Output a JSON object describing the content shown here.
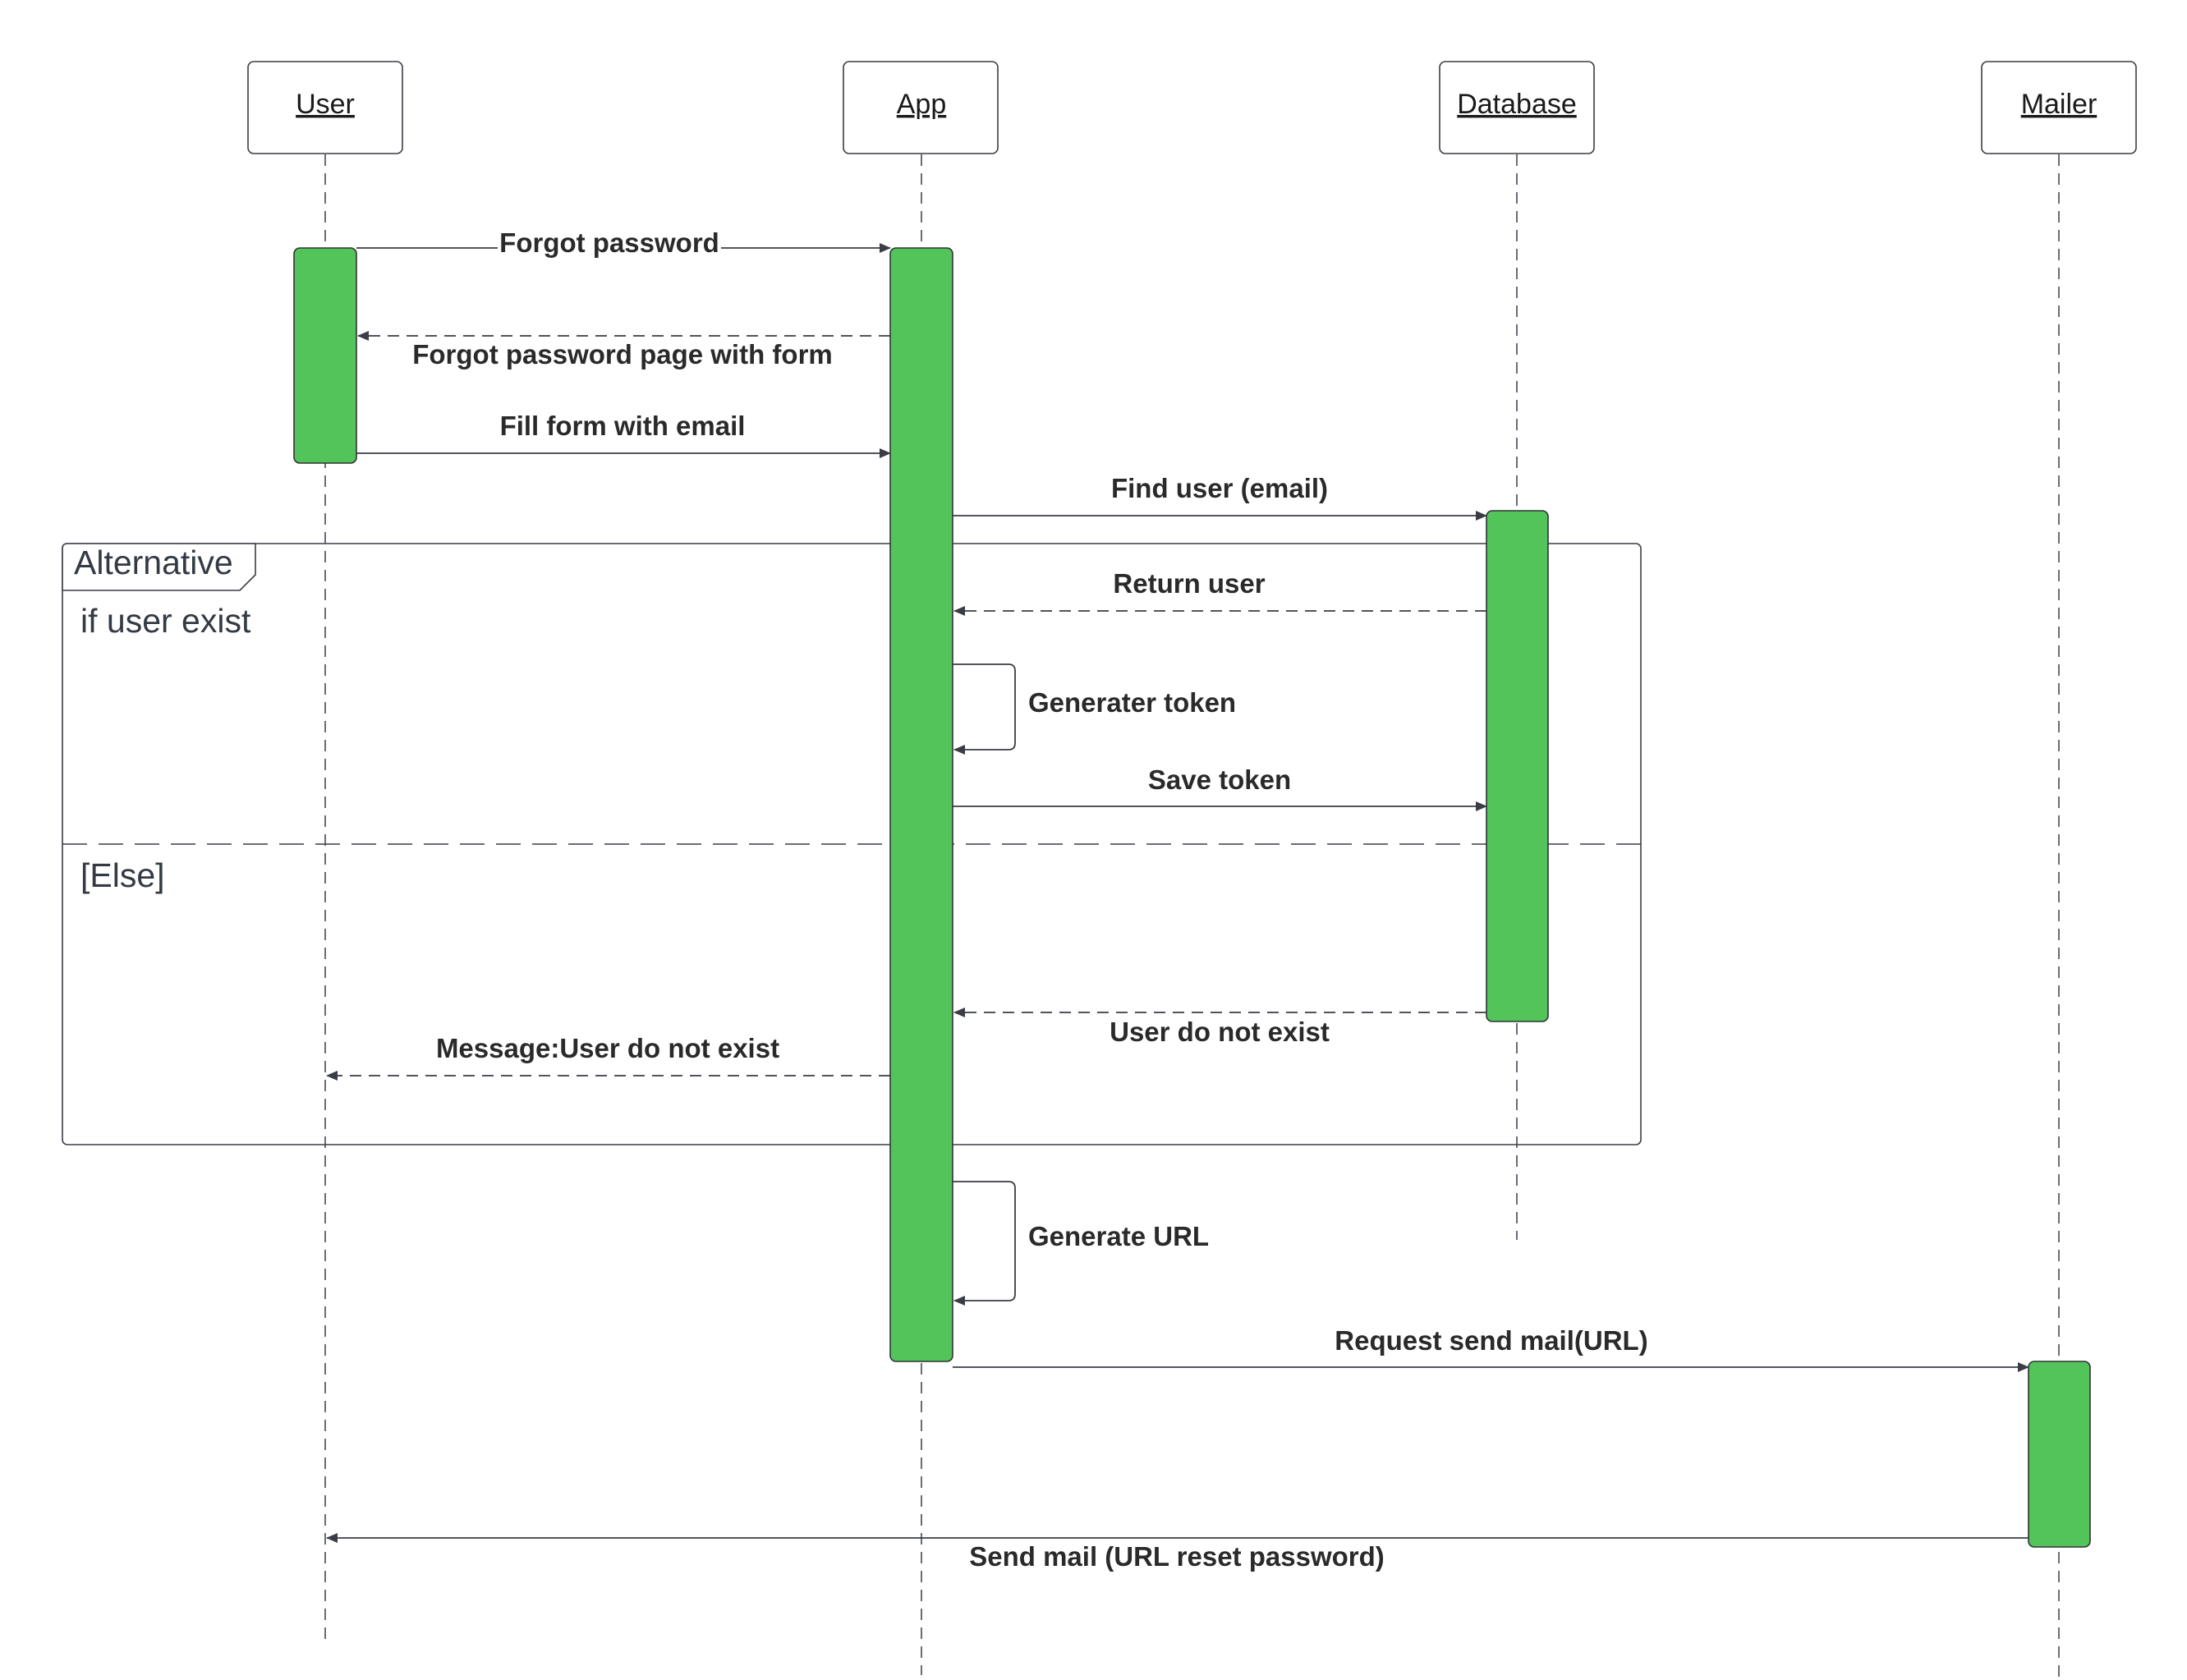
{
  "diagram": {
    "actors": [
      {
        "id": "user",
        "label": "User"
      },
      {
        "id": "app",
        "label": "App"
      },
      {
        "id": "database",
        "label": "Database"
      },
      {
        "id": "mailer",
        "label": "Mailer"
      }
    ],
    "messages": [
      {
        "id": "forgot-password",
        "label": "Forgot password",
        "from": "user",
        "to": "app",
        "style": "solid"
      },
      {
        "id": "forgot-password-page",
        "label": "Forgot password page with form",
        "from": "app",
        "to": "user",
        "style": "dashed"
      },
      {
        "id": "fill-form",
        "label": "Fill form with email",
        "from": "user",
        "to": "app",
        "style": "solid"
      },
      {
        "id": "find-user",
        "label": "Find user (email)",
        "from": "app",
        "to": "database",
        "style": "solid"
      },
      {
        "id": "return-user",
        "label": "Return user",
        "from": "database",
        "to": "app",
        "style": "dashed"
      },
      {
        "id": "generate-token",
        "label": "Generater token",
        "from": "app",
        "to": "app",
        "style": "solid"
      },
      {
        "id": "save-token",
        "label": "Save token",
        "from": "app",
        "to": "database",
        "style": "solid"
      },
      {
        "id": "user-not-exist",
        "label": "User do not exist",
        "from": "database",
        "to": "app",
        "style": "dashed"
      },
      {
        "id": "message-not-exist",
        "label": "Message:User do not exist",
        "from": "app",
        "to": "user",
        "style": "dashed"
      },
      {
        "id": "generate-url",
        "label": "Generate URL",
        "from": "app",
        "to": "app",
        "style": "solid"
      },
      {
        "id": "request-send-mail",
        "label": "Request send mail(URL)",
        "from": "app",
        "to": "mailer",
        "style": "solid"
      },
      {
        "id": "send-mail",
        "label": "Send mail (URL reset password)",
        "from": "mailer",
        "to": "user",
        "style": "solid"
      }
    ],
    "fragment": {
      "title": "Alternative",
      "guard": "if user exist",
      "else_guard": "[Else]"
    }
  },
  "colors": {
    "activation": "#52c45a",
    "line": "#3a3d45"
  }
}
